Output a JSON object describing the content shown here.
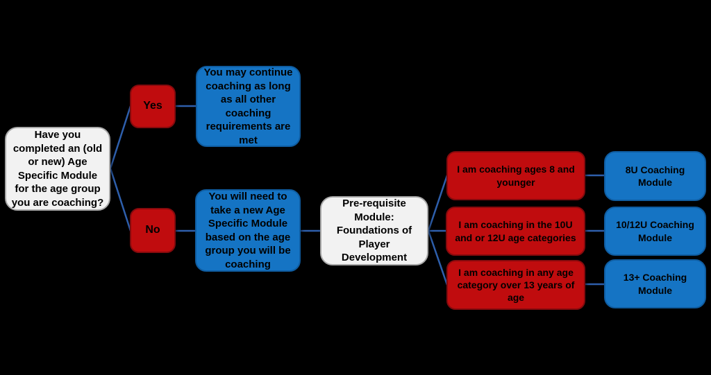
{
  "diagram": {
    "title": "Age Specific Module decision flowchart",
    "background_color": "#000000",
    "colors": {
      "red_fill": "#C00C0E",
      "red_border": "#850A0D",
      "blue_fill": "#1574C4",
      "blue_border": "#0F5CA0",
      "white_fill": "#F2F2F2",
      "white_border": "#A8A8A8",
      "connector": "#2E5FAC",
      "text": "#000000"
    },
    "nodes": {
      "question": {
        "label": "Have you completed an (old or new) Age Specific Module for the age group you are coaching?",
        "type": "white"
      },
      "yes": {
        "label": "Yes",
        "type": "red"
      },
      "no": {
        "label": "No",
        "type": "red"
      },
      "continue_coaching": {
        "label": "You may continue coaching as long as all other coaching requirements are met",
        "type": "blue"
      },
      "new_module": {
        "label": "You will need to take a new Age Specific Module based on the age group you will be coaching",
        "type": "blue"
      },
      "prerequisite": {
        "label": "Pre-requisite Module: Foundations of Player Development",
        "type": "white"
      },
      "ages_8": {
        "label": "I am coaching ages 8 and younger",
        "type": "red"
      },
      "ages_10_12": {
        "label": "I am coaching in the 10U and or 12U age categories",
        "type": "red"
      },
      "ages_13": {
        "label": "I am coaching in any age category over 13 years of age",
        "type": "red"
      },
      "module_8u": {
        "label": "8U Coaching Module",
        "type": "blue"
      },
      "module_10_12u": {
        "label": "10/12U Coaching Module",
        "type": "blue"
      },
      "module_13": {
        "label": "13+ Coaching Module",
        "type": "blue"
      }
    }
  }
}
